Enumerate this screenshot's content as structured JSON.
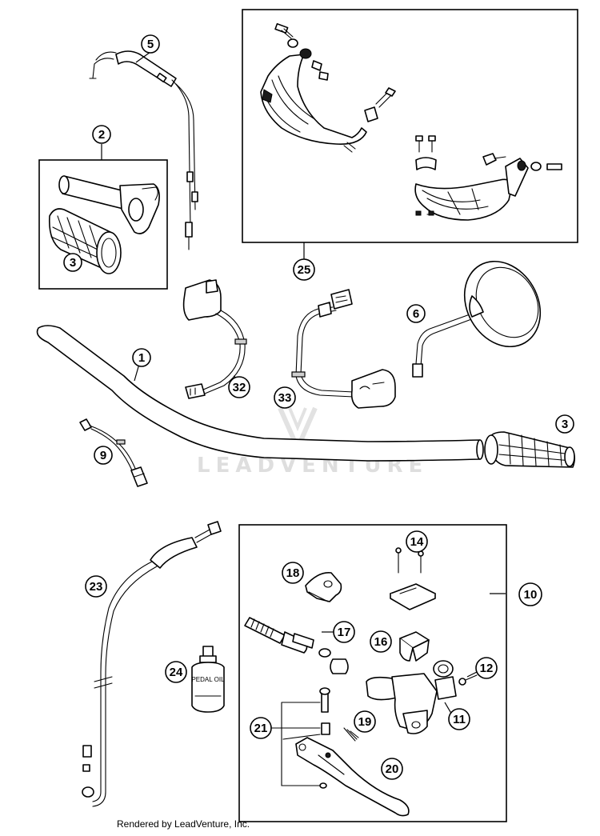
{
  "diagram": {
    "callouts": {
      "c1": "1",
      "c2": "2",
      "c3a": "3",
      "c3b": "3",
      "c5": "5",
      "c6": "6",
      "c9": "9",
      "c10": "10",
      "c11": "11",
      "c12": "12",
      "c14": "14",
      "c16": "16",
      "c17": "17",
      "c18": "18",
      "c19": "19",
      "c20": "20",
      "c21": "21",
      "c23": "23",
      "c24": "24",
      "c25": "25",
      "c32": "32",
      "c33": "33"
    },
    "bottle_label": "PEDAL OIL",
    "watermark": "LEADVENTURE"
  },
  "footer": {
    "rendered_by": "Rendered by LeadVenture, Inc."
  }
}
